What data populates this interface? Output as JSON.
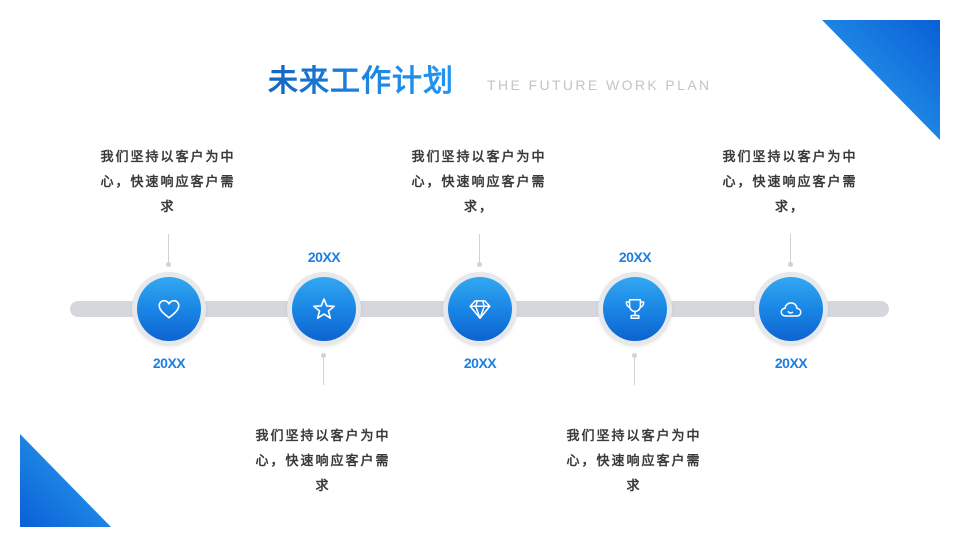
{
  "title": "未来工作计划",
  "subtitle": "THE FUTURE WORK PLAN",
  "colors": {
    "accent": "#1b7fe0",
    "accent_dark": "#0d63cf",
    "bar": "#d5d7dc",
    "text": "#3a3a3a"
  },
  "timeline": [
    {
      "year": "20XX",
      "icon": "heart-icon",
      "text": "我们坚持以客户为中\n心，快速响应客户需\n求"
    },
    {
      "year": "20XX",
      "icon": "star-icon",
      "text": "我们坚持以客户为中\n心，快速响应客户需\n求"
    },
    {
      "year": "20XX",
      "icon": "diamond-icon",
      "text": "我们坚持以客户为中\n心，快速响应客户需\n求，"
    },
    {
      "year": "20XX",
      "icon": "trophy-icon",
      "text": "我们坚持以客户为中\n心，快速响应客户需\n求"
    },
    {
      "year": "20XX",
      "icon": "cloud-icon",
      "text": "我们坚持以客户为中\n心，快速响应客户需\n求，"
    }
  ]
}
